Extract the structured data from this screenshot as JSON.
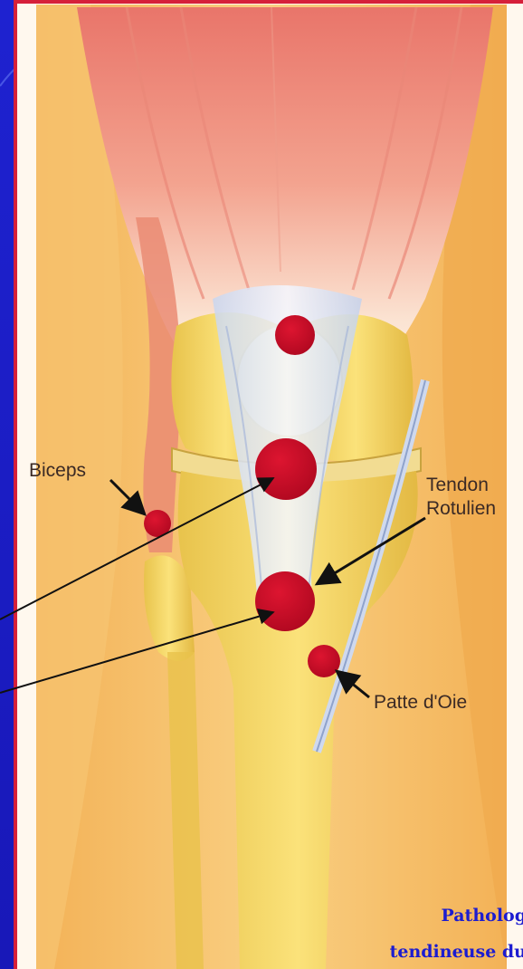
{
  "labels": {
    "biceps": "Biceps",
    "tendon_line1": "Tendon",
    "tendon_line2": "Rotulien",
    "patte": "Patte d'Oie"
  },
  "caption": {
    "line1": "Patholog",
    "line2": "tendineuse du"
  },
  "colors": {
    "background": "#1e22d0",
    "frame": "#d6203a",
    "marker": "#c70a28",
    "caption": "#1c1cd0"
  }
}
